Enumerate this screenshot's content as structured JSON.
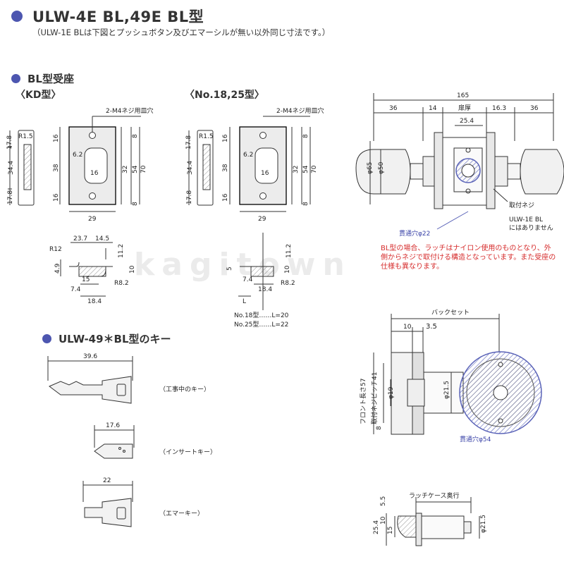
{
  "header": {
    "title": "ULW-4E BL,49E BL型",
    "subtitle": "（ULW-1E BLは下図とプッシュボタン及びエマーシルが無い以外同じ寸法です。）"
  },
  "strike_section": {
    "title": "BL型受座",
    "kd": {
      "label": "〈KD型〉",
      "screw": "2-M4ネジ用皿穴",
      "dims": [
        "17.8",
        "R1.5",
        "34.4",
        "17.8",
        "16",
        "38",
        "16",
        "6.2",
        "16",
        "32",
        "8",
        "54",
        "70",
        "8",
        "29"
      ],
      "bottom_dims": [
        "23.7",
        "14.5",
        "R12",
        "11.2",
        "4.9",
        "10",
        "15",
        "R8.2",
        "7.4",
        "18.4"
      ]
    },
    "no18": {
      "label": "〈No.18,25型〉",
      "screw": "2-M4ネジ用皿穴",
      "dims": [
        "17.8",
        "R1.5",
        "34.4",
        "17.8",
        "16",
        "38",
        "16",
        "6.2",
        "16",
        "32",
        "8",
        "54",
        "70",
        "8",
        "29"
      ],
      "bottom_dims": [
        "11.2",
        "5",
        "10",
        "7.4",
        "R8.2",
        "18.4",
        "L"
      ],
      "length_note": [
        "No.18型……L=20",
        "No.25型……L=22"
      ]
    }
  },
  "knob_view": {
    "dims": [
      "165",
      "36",
      "14",
      "扉厚",
      "16.3",
      "36",
      "25.4",
      "φ65",
      "φ50"
    ],
    "screw_label": "取付ネジ",
    "no_item_line1": "ULW-1E BL",
    "no_item_line2": "にはありません",
    "hole_label": "貫通穴φ22",
    "note": "BL型の場合、ラッチはナイロン使用のものとなり、外側からネジで取付ける構造となっています。また受座の仕様も異なります。"
  },
  "key_section": {
    "title": "ULW-49＊BL型のキー",
    "keys": [
      {
        "width": "39.6",
        "label": "（工事中のキー）"
      },
      {
        "width": "17.6",
        "label": "（インサートキー）"
      },
      {
        "width": "22",
        "label": "（エマーキー）"
      }
    ]
  },
  "backset_view": {
    "backset_label": "バックセット",
    "dims": [
      "10",
      "3.5",
      "φ19",
      "φ21.5",
      "8"
    ],
    "front_length": "フロント長さ57",
    "screw_pitch": "取付ネジピッチ41",
    "hole_label": "貫通穴φ54"
  },
  "latch_view": {
    "label": "ラッチケース奥行",
    "dims": [
      "5.5",
      "10",
      "25.4",
      "15",
      "φ21.5"
    ]
  },
  "watermark": "kagitown",
  "colors": {
    "accent": "#4d56b0",
    "note": "#d62c2c",
    "hatch": "#5a63b8",
    "line": "#333333"
  }
}
